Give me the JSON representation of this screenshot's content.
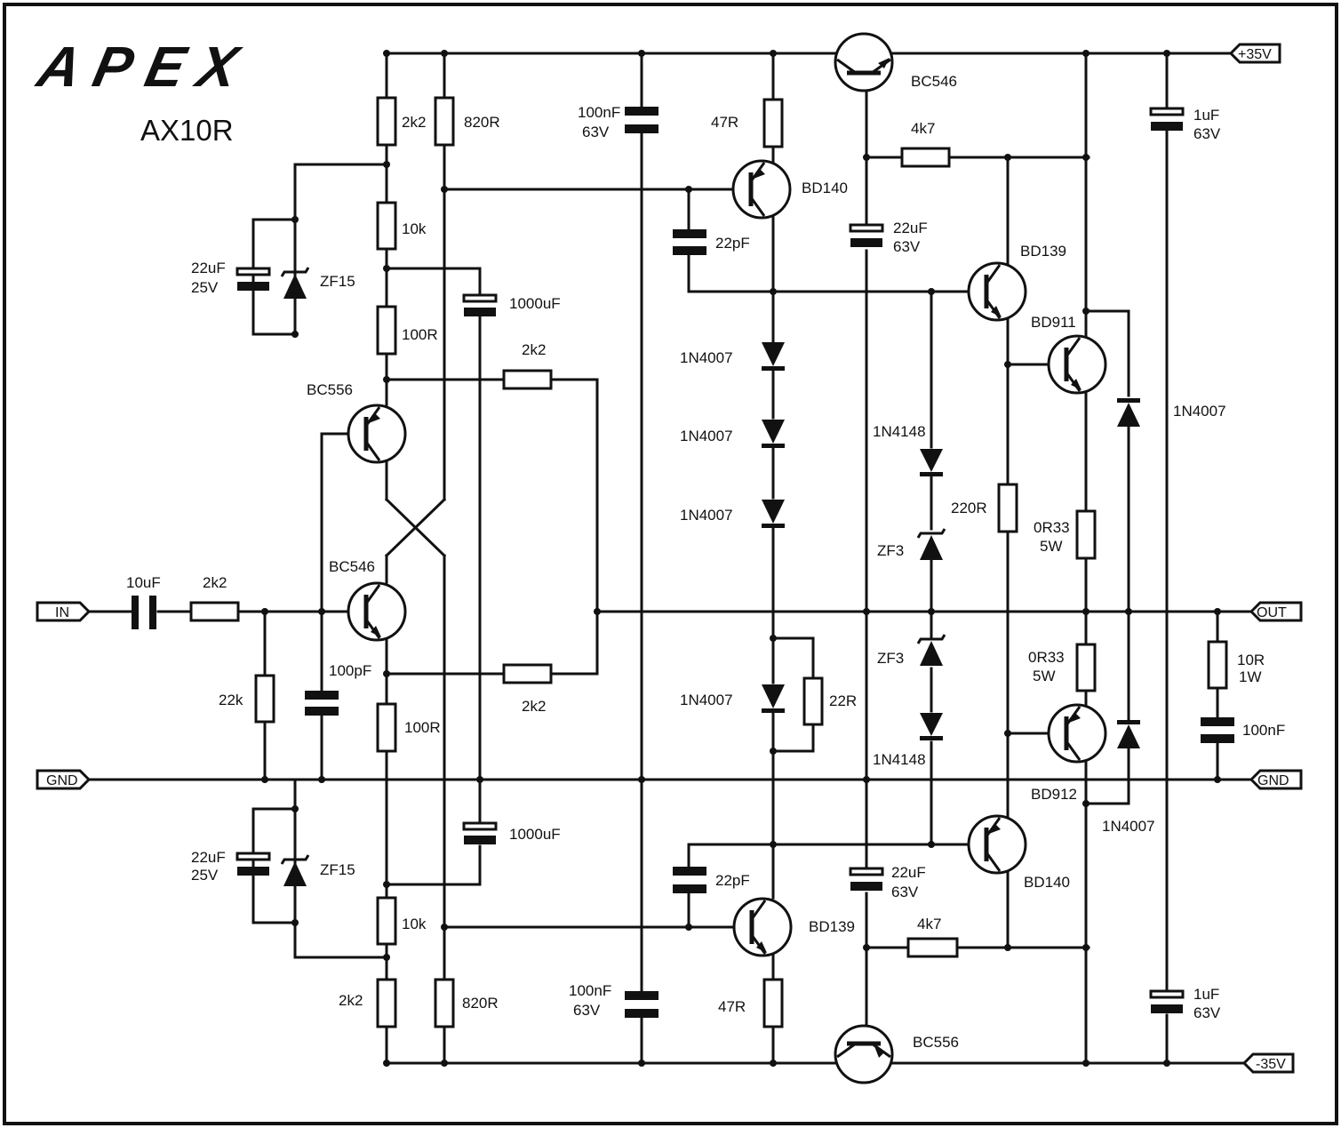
{
  "header": {
    "brand": "APEX",
    "model": "AX10R"
  },
  "ports": {
    "vplus": "+35V",
    "vminus": "-35V",
    "input": "IN",
    "output": "OUT",
    "gnd_left": "GND",
    "gnd_right": "GND"
  },
  "labels": {
    "r_2k2_top": "2k2",
    "r_820_top": "820R",
    "r_10k_top": "10k",
    "r_100_top": "100R",
    "c_22u_top_a": "22uF",
    "c_22u_top_b": "25V",
    "z_zf15_top": "ZF15",
    "c_1000_top": "1000uF",
    "r_2k2_fb_top": "2k2",
    "q_bc556_in": "BC556",
    "q_bc546_in": "BC546",
    "c_10u": "10uF",
    "r_2k2_in": "2k2",
    "r_22k": "22k",
    "c_100p": "100pF",
    "r_2k2_fb_bot": "2k2",
    "r_100_bot": "100R",
    "c_22u_bot_a": "22uF",
    "c_22u_bot_b": "25V",
    "z_zf15_bot": "ZF15",
    "c_1000_bot": "1000uF",
    "r_10k_bot": "10k",
    "r_2k2_bot": "2k2",
    "r_820_bot": "820R",
    "c_100n_top_a": "100nF",
    "c_100n_top_b": "63V",
    "r_47_top": "47R",
    "q_bd140_top": "BD140",
    "c_22p_top": "22pF",
    "d1": "1N4007",
    "d2": "1N4007",
    "d3": "1N4007",
    "d4": "1N4007",
    "r_22": "22R",
    "c_22p_bot": "22pF",
    "q_bd139_bot": "BD139",
    "c_100n_bot_a": "100nF",
    "c_100n_bot_b": "63V",
    "r_47_bot": "47R",
    "q_bc546_top": "BC546",
    "r_4k7_top": "4k7",
    "c_22u63_top_a": "22uF",
    "c_22u63_top_b": "63V",
    "q_bd139_top": "BD139",
    "d_1n4148_top": "1N4148",
    "z_zf3_top": "ZF3",
    "z_zf3_bot": "ZF3",
    "d_1n4148_bot": "1N4148",
    "q_bd140_bot": "BD140",
    "c_22u63_bot_a": "22uF",
    "c_22u63_bot_b": "63V",
    "r_4k7_bot": "4k7",
    "q_bc556_bot": "BC556",
    "q_bd911": "BD911",
    "r_220": "220R",
    "r_0r33_top_a": "0R33",
    "r_0r33_top_b": "5W",
    "r_0r33_bot_a": "0R33",
    "r_0r33_bot_b": "5W",
    "q_bd912": "BD912",
    "d_1n4007_top_r": "1N4007",
    "d_1n4007_bot_r": "1N4007",
    "c_1u_top_a": "1uF",
    "c_1u_top_b": "63V",
    "r_10r_a": "10R",
    "r_10r_b": "1W",
    "c_100n_out": "100nF",
    "c_1u_bot_a": "1uF",
    "c_1u_bot_b": "63V"
  }
}
